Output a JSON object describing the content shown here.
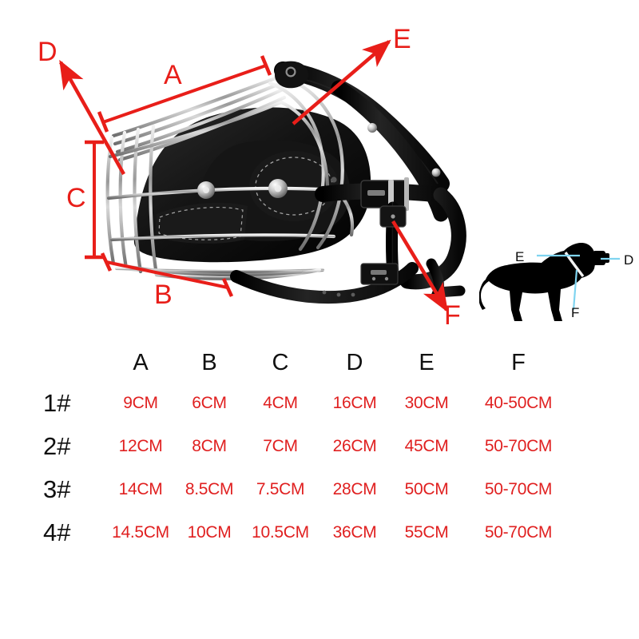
{
  "figure": {
    "alt_name": "dog-wire-basket-muzzle-with-leather-straps",
    "dimension_markers": [
      {
        "id": "A",
        "label": "A",
        "kind": "span-line",
        "color": "#E81E19"
      },
      {
        "id": "B",
        "label": "B",
        "kind": "span-line",
        "color": "#E81E19"
      },
      {
        "id": "C",
        "label": "C",
        "kind": "span-line",
        "color": "#E81E19"
      },
      {
        "id": "D",
        "label": "D",
        "kind": "arrow",
        "color": "#E81E19"
      },
      {
        "id": "E",
        "label": "E",
        "kind": "arrow",
        "color": "#E81E19"
      },
      {
        "id": "F",
        "label": "F",
        "kind": "arrow",
        "color": "#E81E19"
      }
    ]
  },
  "dog_silhouette": {
    "labels": [
      {
        "id": "E",
        "label": "E"
      },
      {
        "id": "D",
        "label": "D"
      },
      {
        "id": "F",
        "label": "F"
      }
    ],
    "guide_color": "#7FD4F0",
    "body_color": "#000000"
  },
  "size_table": {
    "corner_label": "",
    "columns": [
      "A",
      "B",
      "C",
      "D",
      "E",
      "F"
    ],
    "rows": [
      {
        "name": "1#",
        "values": [
          "9CM",
          "6CM",
          "4CM",
          "16CM",
          "30CM",
          "40-50CM"
        ]
      },
      {
        "name": "2#",
        "values": [
          "12CM",
          "8CM",
          "7CM",
          "26CM",
          "45CM",
          "50-70CM"
        ]
      },
      {
        "name": "3#",
        "values": [
          "14CM",
          "8.5CM",
          "7.5CM",
          "28CM",
          "50CM",
          "50-70CM"
        ]
      },
      {
        "name": "4#",
        "values": [
          "14.5CM",
          "10CM",
          "10.5CM",
          "36CM",
          "55CM",
          "50-70CM"
        ]
      }
    ],
    "value_color": "#E02020",
    "header_color": "#101010"
  }
}
